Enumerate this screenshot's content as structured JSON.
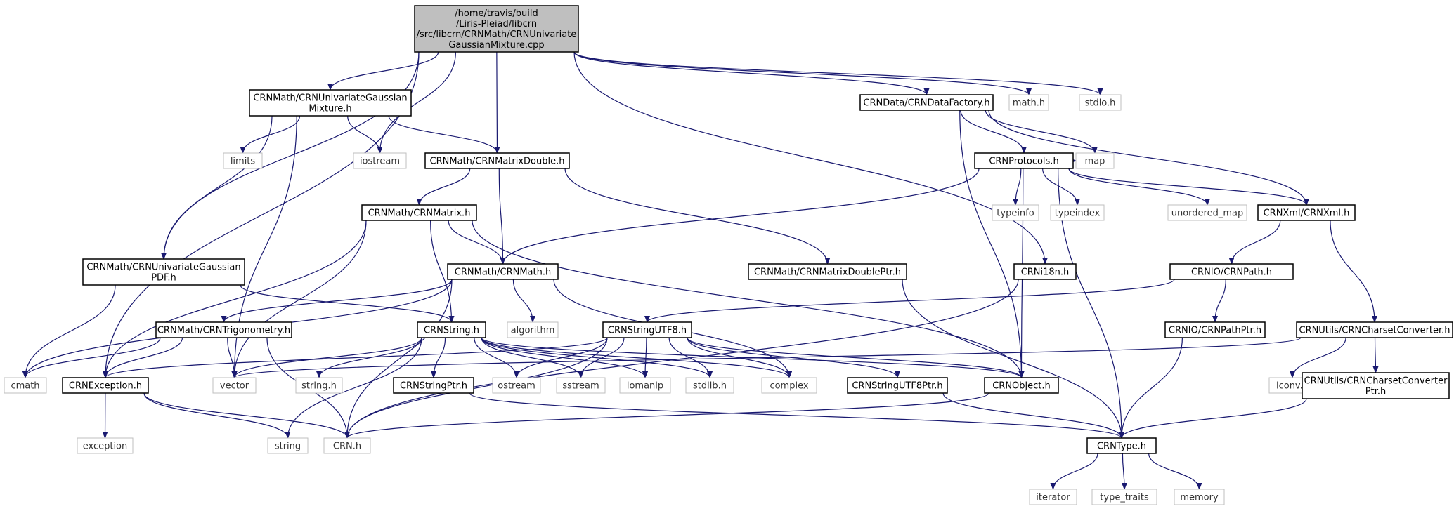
{
  "nodes": [
    {
      "id": "root",
      "label": [
        "/home/travis/build",
        "/Liris-Pleiad/libcrn",
        "/src/libcrn/CRNMath/CRNUnivariate",
        "GaussianMixture.cpp"
      ],
      "style": "root"
    },
    {
      "id": "ugm_h",
      "label": [
        "CRNMath/CRNUnivariateGaussian",
        "Mixture.h"
      ],
      "style": "file"
    },
    {
      "id": "ugpdf_h",
      "label": [
        "CRNMath/CRNUnivariateGaussian",
        "PDF.h"
      ],
      "style": "file"
    },
    {
      "id": "limits",
      "label": [
        "limits"
      ],
      "style": "ext"
    },
    {
      "id": "iostream",
      "label": [
        "iostream"
      ],
      "style": "ext"
    },
    {
      "id": "matrixdouble_h",
      "label": [
        "CRNMath/CRNMatrixDouble.h"
      ],
      "style": "file"
    },
    {
      "id": "matrix_h",
      "label": [
        "CRNMath/CRNMatrix.h"
      ],
      "style": "file"
    },
    {
      "id": "math_h_crn",
      "label": [
        "CRNMath/CRNMath.h"
      ],
      "style": "file"
    },
    {
      "id": "matrixdoubleptr_h",
      "label": [
        "CRNMath/CRNMatrixDoublePtr.h"
      ],
      "style": "file"
    },
    {
      "id": "trig_h",
      "label": [
        "CRNMath/CRNTrigonometry.h"
      ],
      "style": "file"
    },
    {
      "id": "algorithm",
      "label": [
        "algorithm"
      ],
      "style": "ext"
    },
    {
      "id": "crnstring_h",
      "label": [
        "CRNString.h"
      ],
      "style": "file"
    },
    {
      "id": "cmath",
      "label": [
        "cmath"
      ],
      "style": "ext"
    },
    {
      "id": "exception_h",
      "label": [
        "CRNException.h"
      ],
      "style": "file"
    },
    {
      "id": "exception",
      "label": [
        "exception"
      ],
      "style": "ext"
    },
    {
      "id": "vector",
      "label": [
        "vector"
      ],
      "style": "ext"
    },
    {
      "id": "string",
      "label": [
        "string"
      ],
      "style": "ext"
    },
    {
      "id": "crn_h",
      "label": [
        "CRN.h"
      ],
      "style": "ext"
    },
    {
      "id": "string_h",
      "label": [
        "string.h"
      ],
      "style": "ext"
    },
    {
      "id": "stringptr_h",
      "label": [
        "CRNStringPtr.h"
      ],
      "style": "file"
    },
    {
      "id": "ostream",
      "label": [
        "ostream"
      ],
      "style": "ext"
    },
    {
      "id": "sstream",
      "label": [
        "sstream"
      ],
      "style": "ext"
    },
    {
      "id": "iomanip",
      "label": [
        "iomanip"
      ],
      "style": "ext"
    },
    {
      "id": "stdlib_h",
      "label": [
        "stdlib.h"
      ],
      "style": "ext"
    },
    {
      "id": "complex",
      "label": [
        "complex"
      ],
      "style": "ext"
    },
    {
      "id": "stringutf8_h",
      "label": [
        "CRNStringUTF8.h"
      ],
      "style": "file"
    },
    {
      "id": "stringutf8ptr_h",
      "label": [
        "CRNStringUTF8Ptr.h"
      ],
      "style": "file"
    },
    {
      "id": "object_h",
      "label": [
        "CRNObject.h"
      ],
      "style": "file"
    },
    {
      "id": "type_h",
      "label": [
        "CRNType.h"
      ],
      "style": "file"
    },
    {
      "id": "iterator",
      "label": [
        "iterator"
      ],
      "style": "ext"
    },
    {
      "id": "type_traits",
      "label": [
        "type_traits"
      ],
      "style": "ext"
    },
    {
      "id": "memory",
      "label": [
        "memory"
      ],
      "style": "ext"
    },
    {
      "id": "datafactory_h",
      "label": [
        "CRNData/CRNDataFactory.h"
      ],
      "style": "file"
    },
    {
      "id": "math_h",
      "label": [
        "math.h"
      ],
      "style": "ext"
    },
    {
      "id": "stdio_h",
      "label": [
        "stdio.h"
      ],
      "style": "ext"
    },
    {
      "id": "protocols_h",
      "label": [
        "CRNProtocols.h"
      ],
      "style": "file"
    },
    {
      "id": "map",
      "label": [
        "map"
      ],
      "style": "ext"
    },
    {
      "id": "typeinfo",
      "label": [
        "typeinfo"
      ],
      "style": "ext"
    },
    {
      "id": "typeindex",
      "label": [
        "typeindex"
      ],
      "style": "ext"
    },
    {
      "id": "unordered_map",
      "label": [
        "unordered_map"
      ],
      "style": "ext"
    },
    {
      "id": "xml_h",
      "label": [
        "CRNXml/CRNXml.h"
      ],
      "style": "file"
    },
    {
      "id": "i18n_h",
      "label": [
        "CRNi18n.h"
      ],
      "style": "file"
    },
    {
      "id": "path_h",
      "label": [
        "CRNIO/CRNPath.h"
      ],
      "style": "file"
    },
    {
      "id": "pathptr_h",
      "label": [
        "CRNIO/CRNPathPtr.h"
      ],
      "style": "file"
    },
    {
      "id": "charset_h",
      "label": [
        "CRNUtils/CRNCharsetConverter.h"
      ],
      "style": "file"
    },
    {
      "id": "iconv_h",
      "label": [
        "iconv.h"
      ],
      "style": "ext"
    },
    {
      "id": "charsetptr_h",
      "label": [
        "CRNUtils/CRNCharsetConverter",
        "Ptr.h"
      ],
      "style": "file"
    }
  ],
  "edges": [
    [
      "root",
      "ugm_h"
    ],
    [
      "root",
      "ugpdf_h"
    ],
    [
      "root",
      "exception_h"
    ],
    [
      "root",
      "iostream"
    ],
    [
      "root",
      "matrixdouble_h"
    ],
    [
      "root",
      "datafactory_h"
    ],
    [
      "root",
      "math_h"
    ],
    [
      "root",
      "stdio_h"
    ],
    [
      "root",
      "i18n_h"
    ],
    [
      "ugm_h",
      "limits"
    ],
    [
      "ugm_h",
      "iostream"
    ],
    [
      "ugm_h",
      "matrixdouble_h"
    ],
    [
      "ugm_h",
      "ugpdf_h"
    ],
    [
      "ugm_h",
      "vector"
    ],
    [
      "ugpdf_h",
      "cmath"
    ],
    [
      "ugpdf_h",
      "crnstring_h"
    ],
    [
      "matrixdouble_h",
      "matrix_h"
    ],
    [
      "matrixdouble_h",
      "math_h_crn"
    ],
    [
      "matrixdouble_h",
      "matrixdoubleptr_h"
    ],
    [
      "matrix_h",
      "math_h_crn"
    ],
    [
      "matrix_h",
      "crnstring_h"
    ],
    [
      "matrix_h",
      "exception_h"
    ],
    [
      "matrix_h",
      "vector"
    ],
    [
      "matrix_h",
      "object_h"
    ],
    [
      "math_h_crn",
      "cmath"
    ],
    [
      "math_h_crn",
      "trig_h"
    ],
    [
      "math_h_crn",
      "algorithm"
    ],
    [
      "math_h_crn",
      "complex"
    ],
    [
      "math_h_crn",
      "crn_h"
    ],
    [
      "trig_h",
      "cmath"
    ],
    [
      "trig_h",
      "exception_h"
    ],
    [
      "trig_h",
      "vector"
    ],
    [
      "trig_h",
      "crn_h"
    ],
    [
      "exception_h",
      "exception"
    ],
    [
      "exception_h",
      "string"
    ],
    [
      "exception_h",
      "crn_h"
    ],
    [
      "crnstring_h",
      "vector"
    ],
    [
      "crnstring_h",
      "string"
    ],
    [
      "crnstring_h",
      "string_h"
    ],
    [
      "crnstring_h",
      "stringptr_h"
    ],
    [
      "crnstring_h",
      "ostream"
    ],
    [
      "crnstring_h",
      "sstream"
    ],
    [
      "crnstring_h",
      "iomanip"
    ],
    [
      "crnstring_h",
      "stdlib_h"
    ],
    [
      "crnstring_h",
      "complex"
    ],
    [
      "crnstring_h",
      "object_h"
    ],
    [
      "stringutf8_h",
      "exception_h"
    ],
    [
      "stringutf8_h",
      "ostream"
    ],
    [
      "stringutf8_h",
      "sstream"
    ],
    [
      "stringutf8_h",
      "iomanip"
    ],
    [
      "stringutf8_h",
      "stdlib_h"
    ],
    [
      "stringutf8_h",
      "complex"
    ],
    [
      "stringutf8_h",
      "stringutf8ptr_h"
    ],
    [
      "stringutf8_h",
      "object_h"
    ],
    [
      "stringutf8_h",
      "crn_h"
    ],
    [
      "stringptr_h",
      "type_h"
    ],
    [
      "stringutf8ptr_h",
      "type_h"
    ],
    [
      "object_h",
      "crn_h"
    ],
    [
      "matrixdoubleptr_h",
      "type_h"
    ],
    [
      "type_h",
      "iterator"
    ],
    [
      "type_h",
      "type_traits"
    ],
    [
      "type_h",
      "memory"
    ],
    [
      "datafactory_h",
      "protocols_h"
    ],
    [
      "datafactory_h",
      "map"
    ],
    [
      "datafactory_h",
      "xml_h"
    ],
    [
      "datafactory_h",
      "object_h"
    ],
    [
      "protocols_h",
      "math_h_crn"
    ],
    [
      "protocols_h",
      "map"
    ],
    [
      "protocols_h",
      "typeinfo"
    ],
    [
      "protocols_h",
      "typeindex"
    ],
    [
      "protocols_h",
      "unordered_map"
    ],
    [
      "protocols_h",
      "xml_h"
    ],
    [
      "protocols_h",
      "object_h"
    ],
    [
      "protocols_h",
      "type_h"
    ],
    [
      "xml_h",
      "path_h"
    ],
    [
      "xml_h",
      "charset_h"
    ],
    [
      "path_h",
      "stringutf8_h"
    ],
    [
      "path_h",
      "pathptr_h"
    ],
    [
      "pathptr_h",
      "type_h"
    ],
    [
      "charset_h",
      "vector"
    ],
    [
      "charset_h",
      "iconv_h"
    ],
    [
      "charset_h",
      "charsetptr_h"
    ],
    [
      "charsetptr_h",
      "type_h"
    ],
    [
      "i18n_h",
      "crn_h"
    ]
  ],
  "colors": {
    "edge": "#191970",
    "file_border": "#000000",
    "ext_border": "#bfbfbf",
    "root_fill": "#bfbfbf",
    "text": "#000000",
    "ext_text": "#000000"
  }
}
